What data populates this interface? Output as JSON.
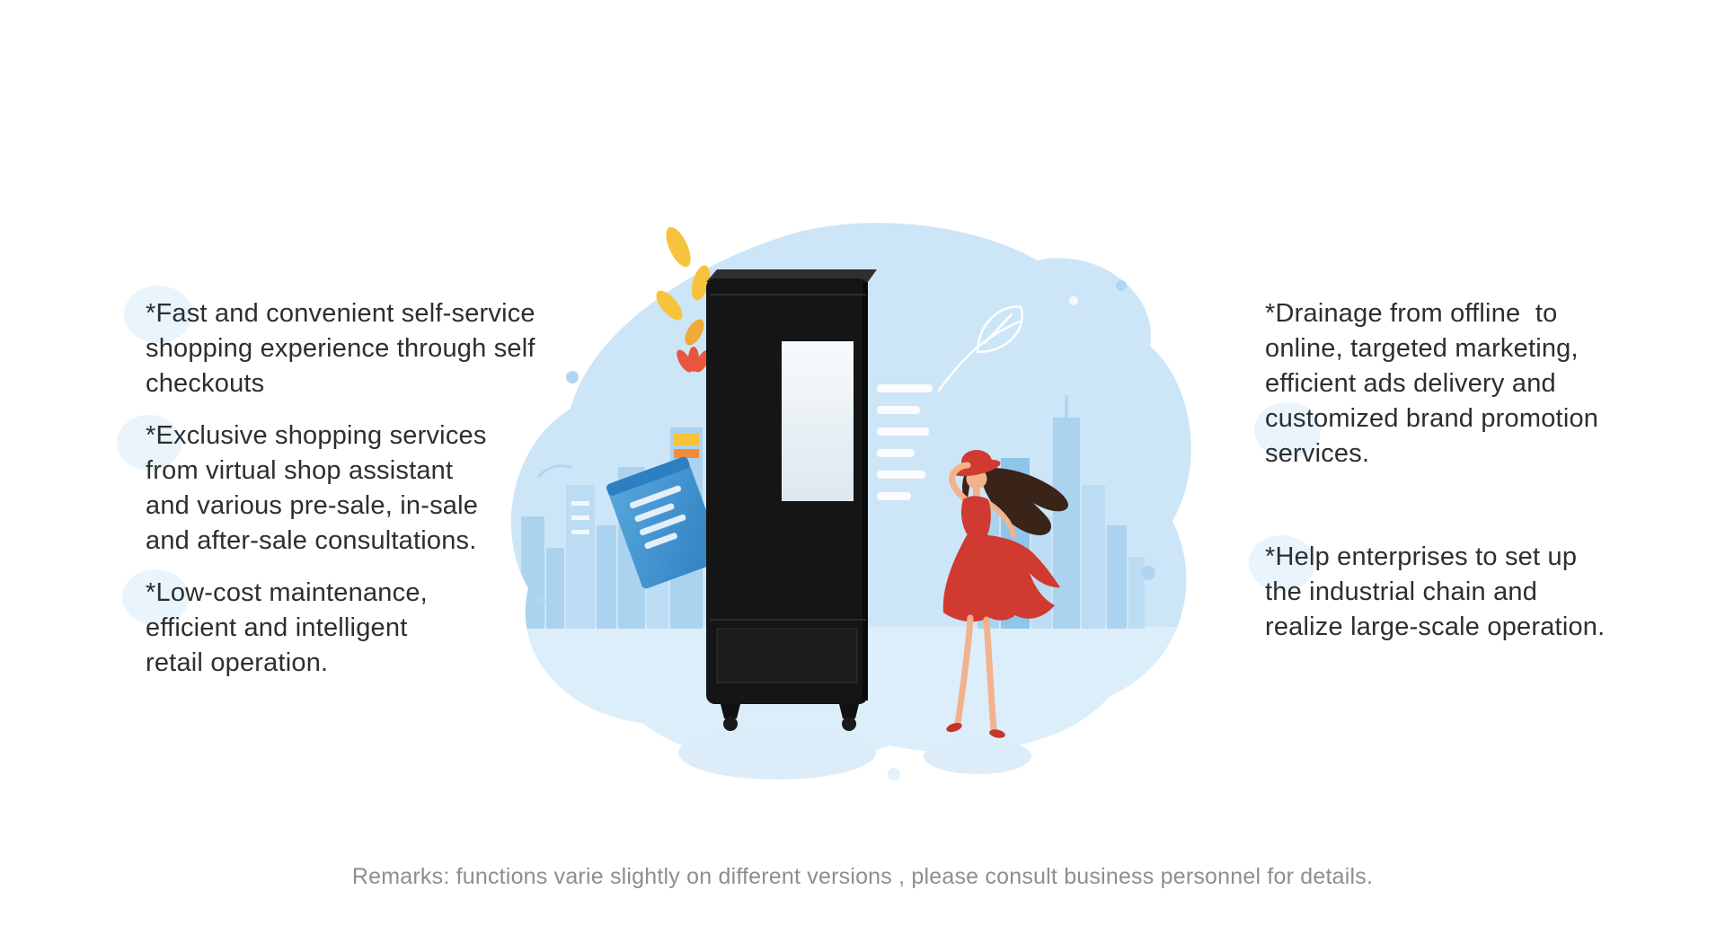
{
  "bullets_left": [
    "*Fast and convenient self-service\nshopping experience through self\ncheckouts",
    "*Exclusive shopping services\nfrom virtual shop assistant\nand various pre-sale, in-sale\nand after-sale consultations.",
    "*Low-cost maintenance,\nefficient and intelligent\nretail operation."
  ],
  "bullets_right": [
    "*Drainage from offline  to\nonline, targeted marketing,\nefficient ads delivery and\ncustomized brand promotion\nservices.",
    "*Help enterprises to set up\nthe industrial chain and\nrealize large-scale operation."
  ],
  "remarks": "Remarks: functions varie slightly on different versions , please consult business personnel for details.",
  "colors": {
    "page_background": "#ffffff",
    "scene_blob": "#cde6f7",
    "ground": "#ddeefb",
    "skyline": "#abd3ef",
    "skyline_light": "#bcdcf4",
    "skyline_accent": "#8fc5ea",
    "machine_body": "#151515",
    "machine_screen": "#eef4f8",
    "dress_red": "#d03a30",
    "skin": "#f2b28d",
    "hair": "#3a2318",
    "card_blue": "#3f94d6",
    "leaf_yellow": "#f6c33c",
    "petal_orange": "#e8563e",
    "text": "#2e2e2e",
    "remarks_text": "#8e8e8e"
  }
}
